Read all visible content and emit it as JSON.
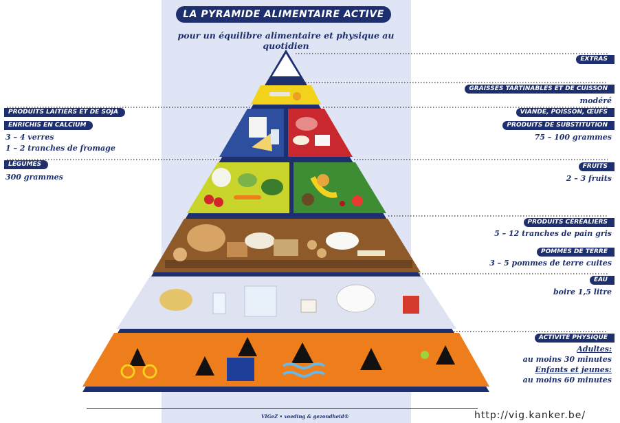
{
  "title": "LA PYRAMIDE ALIMENTAIRE ACTIVE",
  "subtitle": "pour un équilibre alimentaire et physique au quotidien",
  "labels": {
    "extras": "EXTRAS",
    "fats": "GRAISSES TARTINABLES ET DE CUISSON",
    "fats_note": "modéré",
    "meat": "VIANDE, POISSON, ŒUFS",
    "substitutes": "PRODUITS DE SUBSTITUTION",
    "meat_note": "75 – 100 grammes",
    "dairy": "PRODUITS LAITIERS ET DE SOJA",
    "calcium": "ENRICHIS EN CALCIUM",
    "dairy_note1": "3 – 4 verres",
    "dairy_note2": "1 – 2 tranches de fromage",
    "vegetables": "LÉGUMES",
    "vegetables_note": "300 grammes",
    "fruits": "FRUITS",
    "fruits_note": "2 – 3 fruits",
    "cereals": "PRODUITS CÉRÉALIERS",
    "cereals_note": "5 – 12 tranches de pain gris",
    "potatoes": "POMMES DE TERRE",
    "potatoes_note": "3 – 5 pommes de terre cuites",
    "water": "EAU",
    "water_note": "boire 1,5 litre",
    "activity": "ACTIVITÉ PHYSIQUE",
    "adults": "Adultes:",
    "adults_note": "au moins 30 minutes",
    "children": "Enfants et jeunes:",
    "children_note": "au moins 60 minutes"
  },
  "footer": "VIGeZ • voeding & gezondheid®",
  "url": "http://vig.kanker.be/",
  "colors": {
    "navy": "#1d2f6e",
    "panel": "#dfe5f4",
    "dairy": "#2e4fa0",
    "meat": "#c8282e",
    "vegetables": "#c9d52a",
    "fruits": "#3e8c34",
    "fats": "#f2d21a",
    "cereals": "#8f5a2a",
    "water": "#dfe3f1",
    "activity": "#ee7d1b"
  }
}
